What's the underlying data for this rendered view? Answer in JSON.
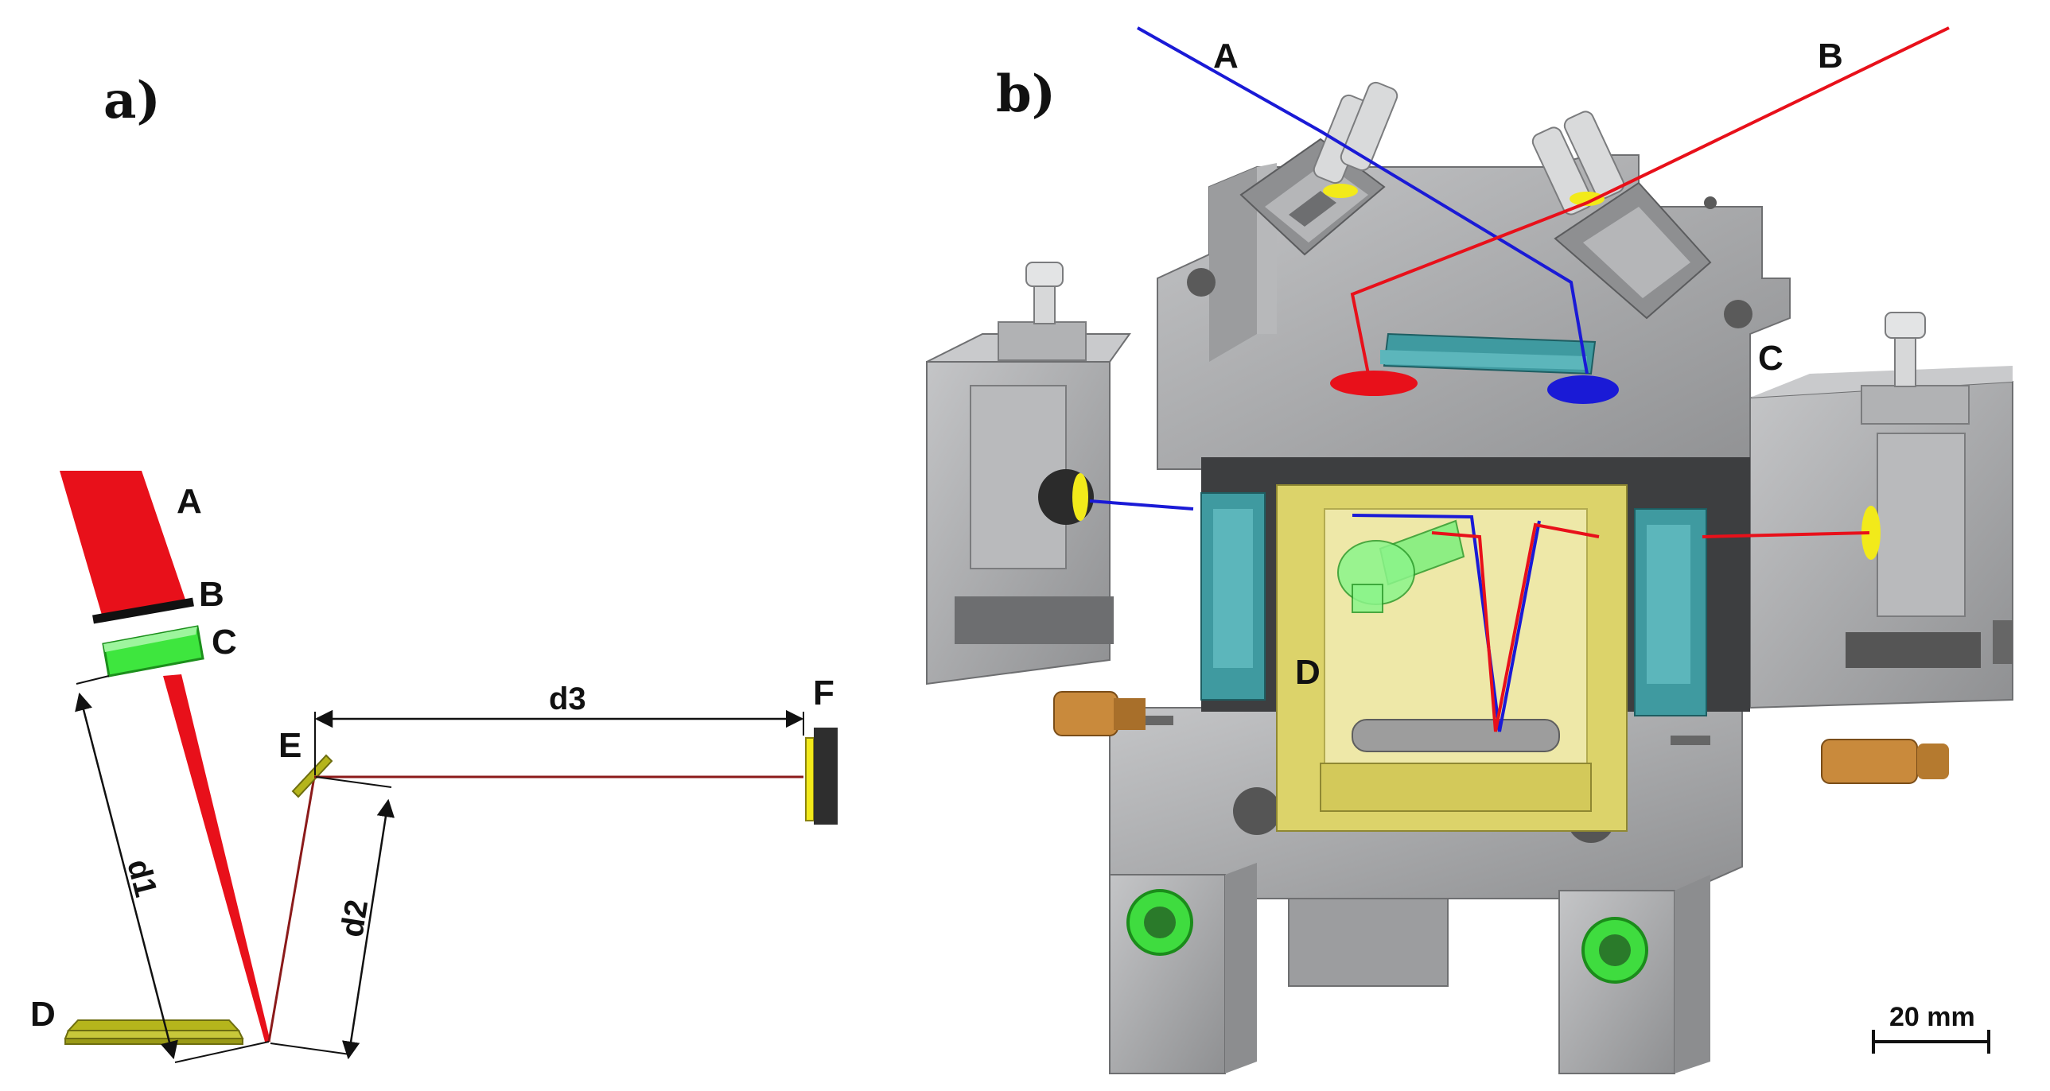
{
  "panel_a": {
    "label": "a)",
    "labels": {
      "A": "A",
      "B": "B",
      "C": "C",
      "D": "D",
      "E": "E",
      "F": "F"
    },
    "dimensions": {
      "d1": "d1",
      "d2": "d2",
      "d3": "d3"
    }
  },
  "panel_b": {
    "label": "b)",
    "labels": {
      "A": "A",
      "B": "B",
      "C": "C",
      "D": "D"
    },
    "scale_bar": "20 mm"
  },
  "colors": {
    "laser_red": "#e8101a",
    "beam_blue": "#1a1ad6",
    "lens_green": "#3ee63e",
    "sample_olive": "#b5b51c",
    "detector_yellow": "#f2ea1a",
    "metal_grey": "#a9aaac",
    "stage_yellow": "#dcd36a",
    "teal": "#3f9aa0",
    "brass": "#c98a3c",
    "knob_green": "#3fdc3f"
  }
}
